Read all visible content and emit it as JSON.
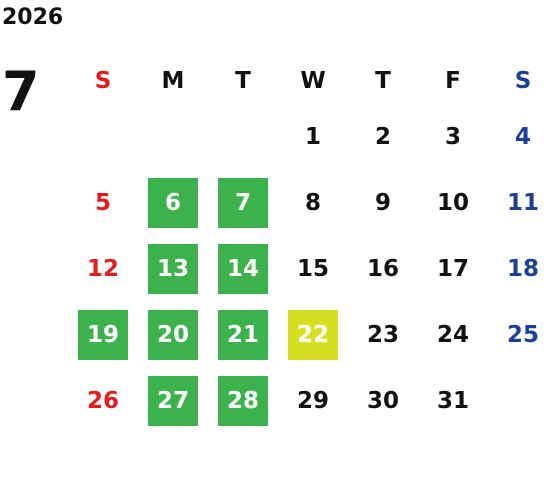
{
  "calendar": {
    "year": "2026",
    "month": "7",
    "weekdays": [
      "S",
      "M",
      "T",
      "W",
      "T",
      "F",
      "S"
    ],
    "weeks": [
      [
        {
          "day": ""
        },
        {
          "day": ""
        },
        {
          "day": ""
        },
        {
          "day": "1"
        },
        {
          "day": "2"
        },
        {
          "day": "3"
        },
        {
          "day": "4"
        }
      ],
      [
        {
          "day": "5"
        },
        {
          "day": "6",
          "highlight": "green"
        },
        {
          "day": "7",
          "highlight": "green"
        },
        {
          "day": "8"
        },
        {
          "day": "9"
        },
        {
          "day": "10"
        },
        {
          "day": "11"
        }
      ],
      [
        {
          "day": "12"
        },
        {
          "day": "13",
          "highlight": "green"
        },
        {
          "day": "14",
          "highlight": "green"
        },
        {
          "day": "15"
        },
        {
          "day": "16"
        },
        {
          "day": "17"
        },
        {
          "day": "18"
        }
      ],
      [
        {
          "day": "19",
          "highlight": "green"
        },
        {
          "day": "20",
          "highlight": "green"
        },
        {
          "day": "21",
          "highlight": "green"
        },
        {
          "day": "22",
          "highlight": "yellow"
        },
        {
          "day": "23"
        },
        {
          "day": "24"
        },
        {
          "day": "25"
        }
      ],
      [
        {
          "day": "26"
        },
        {
          "day": "27",
          "highlight": "green"
        },
        {
          "day": "28",
          "highlight": "green"
        },
        {
          "day": "29"
        },
        {
          "day": "30"
        },
        {
          "day": "31"
        },
        {
          "day": ""
        }
      ]
    ]
  },
  "colors": {
    "sunday": "#e51c1c",
    "saturday": "#1d3f9c",
    "green_highlight": "#3bb24b",
    "yellow_highlight": "#d6df22"
  }
}
